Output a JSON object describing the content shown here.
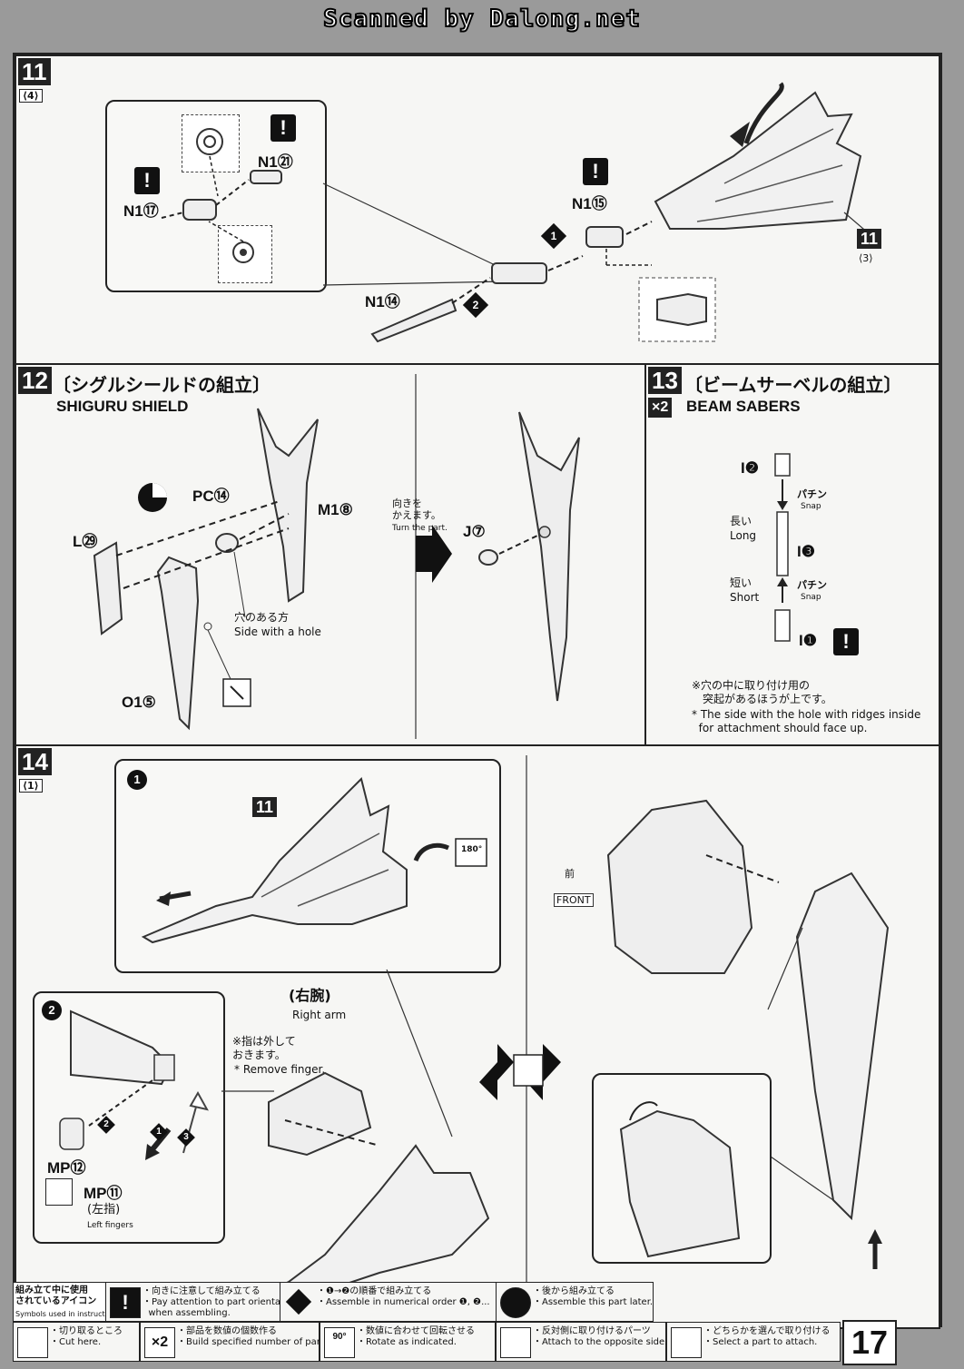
{
  "header": {
    "scan_credit": "Scanned by Dalong.net"
  },
  "step11": {
    "num": "11",
    "ref": "⟨4⟩",
    "parts": {
      "n1_21": "N1㉑",
      "n1_17": "N1⑰",
      "n1_15": "N1⑮",
      "n1_14": "N1⑭"
    },
    "sub_ref_num": "11",
    "sub_ref": "⟨3⟩",
    "order": [
      "1",
      "2"
    ]
  },
  "step12": {
    "num": "12",
    "title_jp": "〔シグルシールドの組立〕",
    "title_en": "SHIGURU SHIELD",
    "parts": {
      "pc": "PC⑭",
      "m": "M1⑧",
      "l": "L㉙",
      "o": "O1⑤",
      "j": "J⑦"
    },
    "hole_jp": "穴のある方",
    "hole_en": "Side with a hole",
    "turn_jp": "向きを\nかえます。",
    "turn_en": "Turn the part."
  },
  "step13": {
    "num": "13",
    "multiplier": "×2",
    "title_jp": "〔ビームサーベルの組立〕",
    "title_en": "BEAM SABERS",
    "parts": {
      "i2": "I❷",
      "i3": "I❸",
      "i1": "I❶"
    },
    "snap_jp": "パチン",
    "snap_en": "Snap",
    "long_jp": "長い",
    "long_en": "Long",
    "short_jp": "短い",
    "short_en": "Short",
    "note_jp": "※穴の中に取り付け用の\n　突起があるほうが上です。",
    "note_en": "* The side with the hole with ridges inside\n  for attachment should face up."
  },
  "step14": {
    "num": "14",
    "ref": "⟨1⟩",
    "sub1": "1",
    "sub1_ref": "11",
    "rotate": "180°",
    "front_jp": "前",
    "front_en": "FRONT",
    "sub2": "2",
    "right_arm_jp": "(右腕)",
    "right_arm_en": "Right arm",
    "finger_jp": "※指は外して\nおきます。",
    "finger_en": "* Remove finger.",
    "mp12": "MP⑫",
    "mp11": "MP⑪",
    "left_jp": "(左指)",
    "left_en": "Left fingers",
    "seq": [
      "1",
      "2",
      "3"
    ]
  },
  "legend": {
    "header_jp": "組み立て中に使用\nされているアイコン",
    "header_en": "Symbols used in instructions",
    "items": [
      {
        "jp": "・向きに注意して組み立てる",
        "en": "・Pay attention to part orientation\n  when assembling."
      },
      {
        "jp": "・❶→❷の順番で組み立てる",
        "en": "・Assemble in numerical order ❶, ❷..."
      },
      {
        "jp": "・後から組み立てる",
        "en": "・Assemble this part later."
      },
      {
        "jp": "・切り取るところ",
        "en": "・Cut here."
      },
      {
        "jp": "・部品を数値の個数作る",
        "en": "・Build specified number of parts."
      },
      {
        "jp": "・数値に合わせて回転させる",
        "en": "・Rotate as indicated."
      },
      {
        "jp": "・反対側に取り付けるパーツ",
        "en": "・Attach to the opposite side."
      },
      {
        "jp": "・どちらかを選んで取り付ける",
        "en": "・Select a part to attach."
      }
    ],
    "icon_x2": "×2",
    "icon_90": "90°"
  },
  "page_number": "17"
}
